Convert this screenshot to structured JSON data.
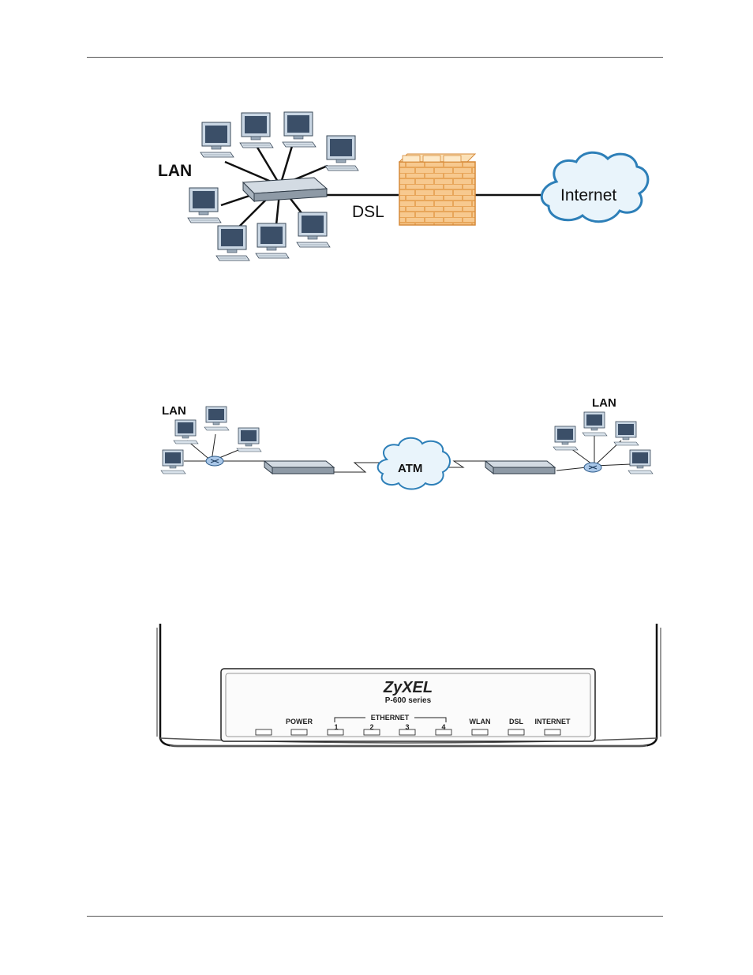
{
  "figure1": {
    "lan_label": "LAN",
    "dsl_label": "DSL",
    "internet_label": "Internet"
  },
  "figure2": {
    "lan_left_label": "LAN",
    "lan_right_label": "LAN",
    "atm_label": "ATM"
  },
  "figure3": {
    "brand": "ZyXEL",
    "model": "P-600 series",
    "leds": {
      "power": "POWER",
      "ethernet": "ETHERNET",
      "port1": "1",
      "port2": "2",
      "port3": "3",
      "port4": "4",
      "wlan": "WLAN",
      "dsl": "DSL",
      "internet": "INTERNET"
    }
  }
}
